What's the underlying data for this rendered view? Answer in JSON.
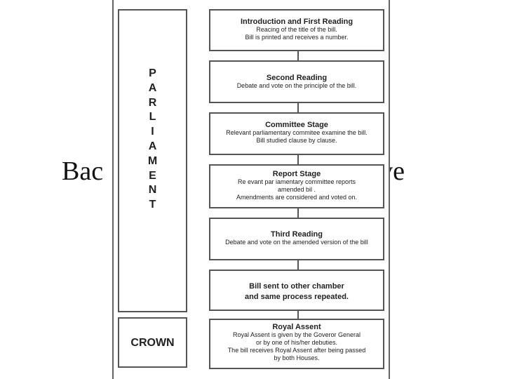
{
  "background_title": {
    "left": "Bac",
    "right": "tive"
  },
  "parliament": {
    "letters": [
      "P",
      "A",
      "R",
      "L",
      "I",
      "A",
      "M",
      "E",
      "N",
      "T"
    ]
  },
  "crown": {
    "label": "CROWN"
  },
  "stages": [
    {
      "title": "Introduction and First Reading",
      "lines": [
        "Reacing of the title of the bill.",
        "Bill is printed and receives a number."
      ]
    },
    {
      "title": "Second Reading",
      "lines": [
        "Debate and vote on the principle of the bill."
      ]
    },
    {
      "title": "Committee Stage",
      "lines": [
        "Relevant parliamentary commitee examine the bill.",
        "Bill studied clause by clause."
      ]
    },
    {
      "title": "Report Stage",
      "lines": [
        "Re evant par iamentary committee reports",
        "amended bil .",
        "Amendments are considered and voted on."
      ]
    },
    {
      "title": "Third Reading",
      "lines": [
        "Debate and vote on the amended version of the bill"
      ]
    },
    {
      "title": "",
      "lines": [
        "Bill sent to other chamber",
        "and same process repeated."
      ]
    },
    {
      "title": "Royal Assent",
      "lines": [
        "Royal Assent is given by the Goveror General",
        "or by one of his/her debuties.",
        "The bill receives Royal Assent after being passed",
        "by both Houses."
      ]
    }
  ]
}
